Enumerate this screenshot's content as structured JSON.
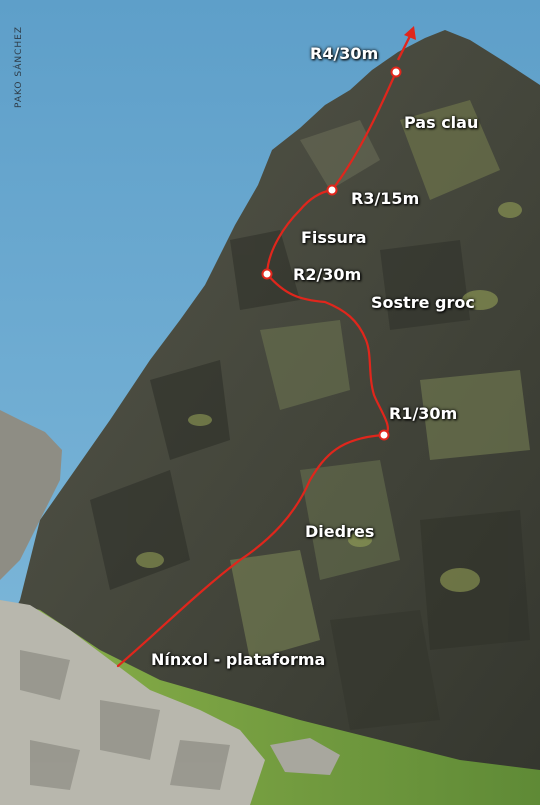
{
  "photo_credit": "PAKO SÁNCHEZ",
  "route": {
    "belays": [
      {
        "label": "R1/30m"
      },
      {
        "label": "R2/30m"
      },
      {
        "label": "R3/15m"
      },
      {
        "label": "R4/30m"
      }
    ],
    "sections": [
      {
        "label": "Pas clau"
      },
      {
        "label": "Fissura"
      },
      {
        "label": "Sostre groc"
      },
      {
        "label": "Diedres"
      },
      {
        "label": "Nínxol - plataforma"
      }
    ],
    "line_color": "#e0261c"
  },
  "colors": {
    "sky": "#6aa9cf",
    "rock_dark": "#3d3f35",
    "rock_mid": "#5c5e4d",
    "lichen": "#8f9a55",
    "grass": "#7fa040",
    "foreground_rock": "#b9b8ae"
  }
}
